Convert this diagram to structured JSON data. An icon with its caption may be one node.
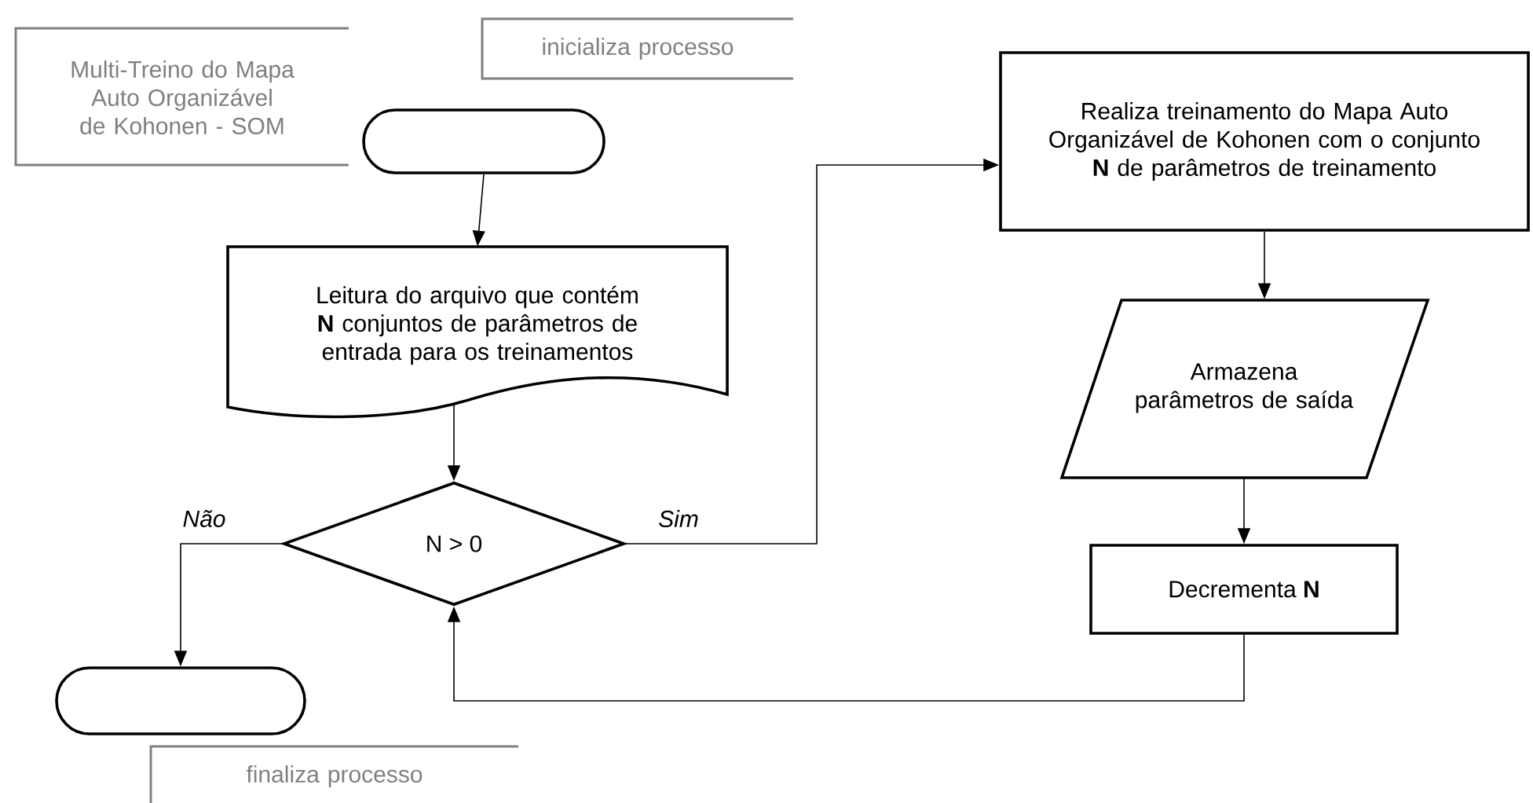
{
  "diagram": {
    "nodes": [
      {
        "text": [
          "Multi-Treino do Mapa Auto Organizável de Kohonen - SOM"
        ]
      },
      {
        "text": [
          "inicializa processo"
        ]
      },
      {
        "text": [],
        "shape": "oval"
      },
      {
        "text": [
          "Leitura do arquivo que contém **N** conjuntos de parâmetros de entrada para os treinamentos"
        ]
      },
      {
        "text": [
          "Realiza treinamento do Mapa Auto Organizável de Kohonen com o conjunto **N** de parâmetros de treinamento"
        ]
      },
      {
        "text": [
          "N > 0"
        ]
      },
      {
        "text": [
          "Armazena parâmetros de saída"
        ]
      },
      {
        "text": [
          "Decrementa **N**"
        ]
      },
      {
        "text": [],
        "shape": "oval"
      },
      {
        "text": [
          "finaliza processo"
        ]
      }
    ],
    "edges": [
      {
        "from": 2,
        "to": 3,
        "arrow": "to"
      },
      {
        "from": 3,
        "to": 5,
        "arrow": "to"
      },
      {
        "from": 5,
        "to": 4,
        "arrow": "to",
        "label": "Sim"
      },
      {
        "from": 4,
        "to": 6,
        "arrow": "to"
      },
      {
        "from": 6,
        "to": 7,
        "arrow": "to"
      },
      {
        "from": 7,
        "to": 5,
        "arrow": "to"
      },
      {
        "from": 5,
        "to": 8,
        "arrow": "to",
        "label": "Não"
      }
    ]
  }
}
